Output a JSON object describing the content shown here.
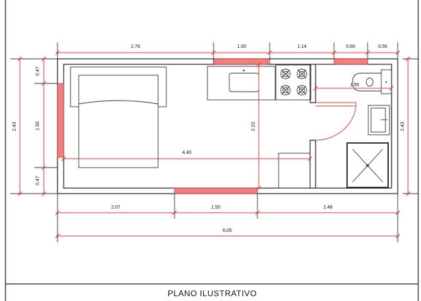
{
  "title": "PLANO  ILUSTRATIVO",
  "dimensions": {
    "top": [
      "2.76",
      "1.00",
      "1.14",
      "0.60",
      "0.55"
    ],
    "left_total": "2.43",
    "left_parts": [
      "0.47",
      "1.50",
      "0.47"
    ],
    "right_total": "2.43",
    "bottom": [
      "2.07",
      "1.50",
      "2.48"
    ],
    "bottom_total": "6.05",
    "interior_width": "4.40",
    "interior_height": "2.23",
    "bathroom_width": "1.55"
  },
  "colors": {
    "dimension": "#e03a3a",
    "window": "#f08080",
    "line": "#222222"
  }
}
